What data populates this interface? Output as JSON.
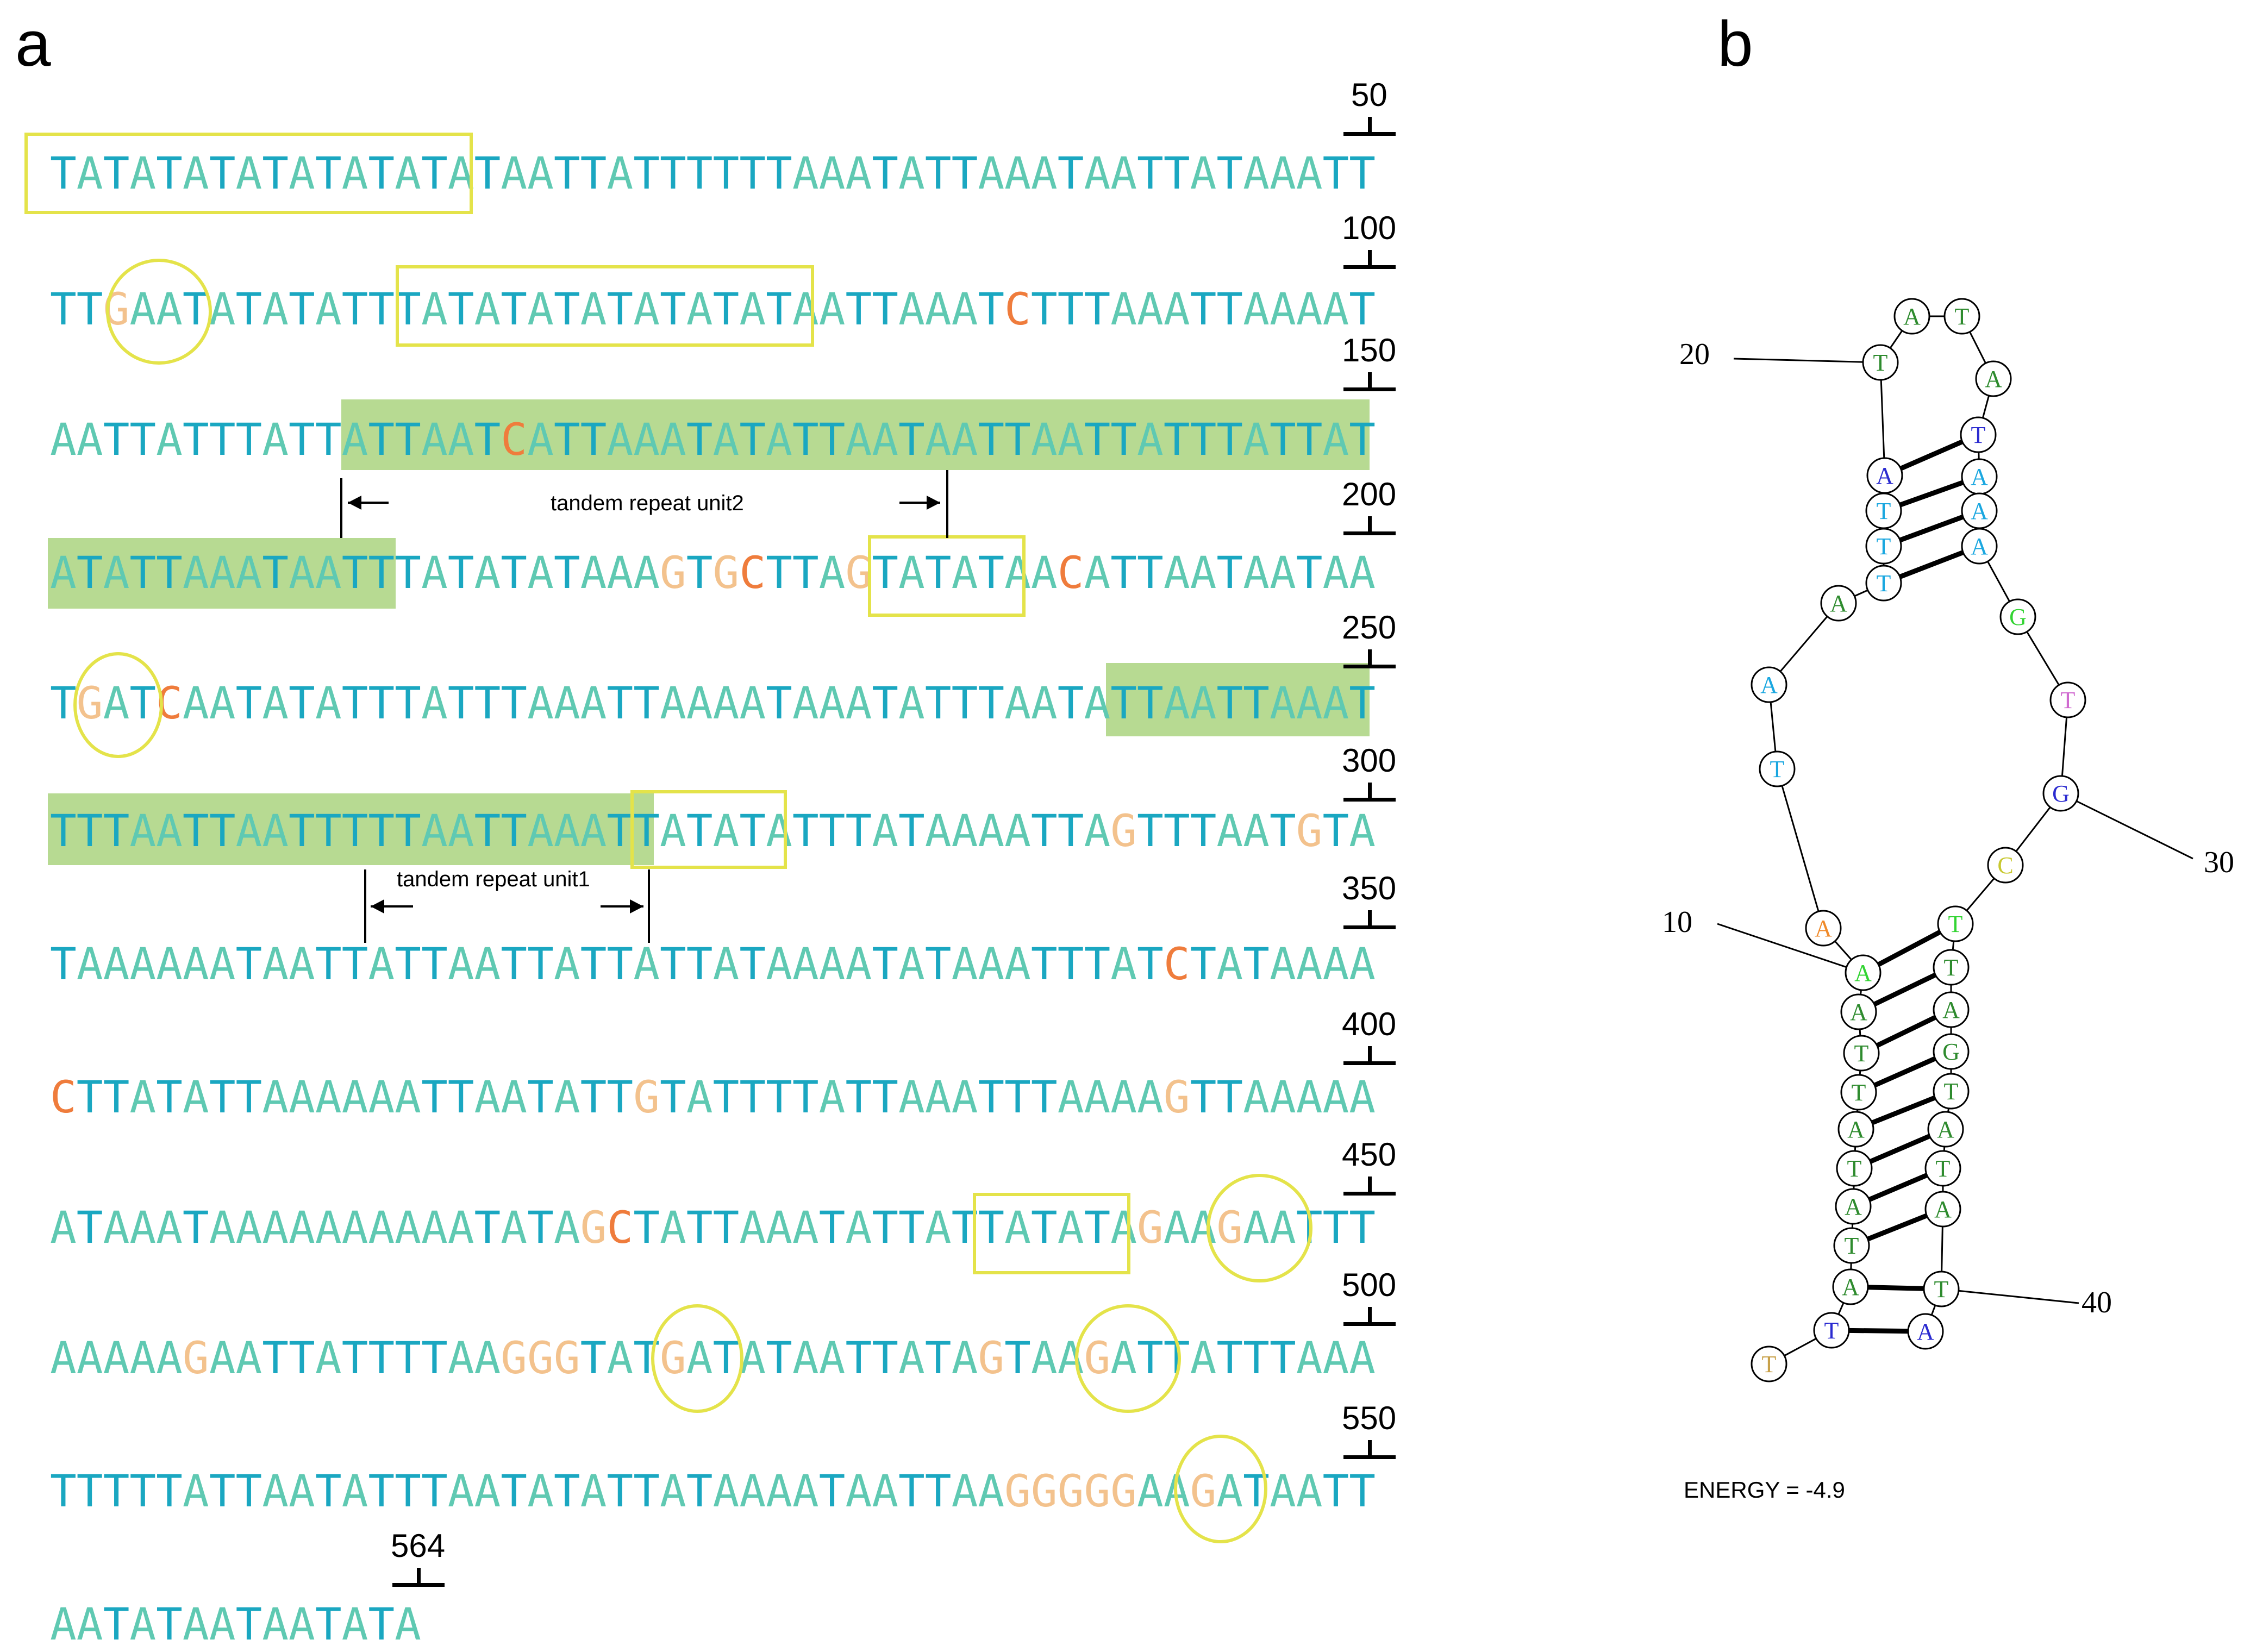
{
  "panels": {
    "a": "a",
    "b": "b"
  },
  "colors": {
    "A": "#5fc9b2",
    "T": "#1aa7c1",
    "G": "#f3c28d",
    "C": "#ef7c3c",
    "box_outline": "#e4e34a",
    "highlight": "#b7da92"
  },
  "sequence_lines": [
    {
      "seq": "TATATATATATATATATAATTATTTTTTAAATATTAAATAATTATAAATT",
      "end_label": "50"
    },
    {
      "seq": "TTGAATATATATTTATATATATATATATAATTAAATCTTTAAATTAAAAT",
      "end_label": "100"
    },
    {
      "seq": "AATTATTTATTATTAATCATTAAATATATTAATAATTAATTATTTATTAT",
      "end_label": "150"
    },
    {
      "seq": "ATATTAAATAATTTATATATAAAGTGCTTAGTATATAACATTAATAATAA",
      "end_label": "200"
    },
    {
      "seq": "TGATCAATATATTTATTTAAATTAAAATAAATATTTAATATTAATTAAAT",
      "end_label": "250"
    },
    {
      "seq": "TTTAATTAATTTTTAATTAAATTATATATTTATAAAATTAGTTTAATGTA",
      "end_label": "300"
    },
    {
      "seq": "TAAAAAATAATTATTAATTATTATTATAAAATATAAATTTATCTATAAAA",
      "end_label": "350"
    },
    {
      "seq": "CTTATATTAAAAAATTAATATTGTATTTTATTAAATTTAAAAGTTAAAAA",
      "end_label": "400"
    },
    {
      "seq": "ATAAATAAAAAAAAAATATAGCTATTAAATATTATTATATAGAAGAATTT",
      "end_label": "450"
    },
    {
      "seq": "AAAAAGAATTATTTTAAGGGTATGATATAATTATAGTAAGATTATTTAAA",
      "end_label": "500"
    },
    {
      "seq": "TTTTTATTAATATTTAATATATTATAAAATAATTAAGGGGGAAGATAATT",
      "end_label": "550"
    },
    {
      "seq": "AATATAATAATATA",
      "end_label": "564"
    }
  ],
  "annotations": {
    "repeat_unit2": "tandem repeat unit2",
    "repeat_unit1": "tandem repeat unit1"
  },
  "hairpin": {
    "nucleotides": [
      {
        "b": "T",
        "c": "#c8a14a"
      },
      {
        "b": "T",
        "c": "#2b2bd0"
      },
      {
        "b": "A",
        "c": "#2e8b2e"
      },
      {
        "b": "T",
        "c": "#2e8b2e"
      },
      {
        "b": "A",
        "c": "#2e8b2e"
      },
      {
        "b": "T",
        "c": "#2e8b2e"
      },
      {
        "b": "A",
        "c": "#2e8b2e"
      },
      {
        "b": "T",
        "c": "#2e8b2e"
      },
      {
        "b": "T",
        "c": "#2e8b2e"
      },
      {
        "b": "A",
        "c": "#2e8b2e"
      },
      {
        "b": "A",
        "c": "#33d433"
      },
      {
        "b": "A",
        "c": "#f08a2a"
      },
      {
        "b": "T",
        "c": "#1aa7e0"
      },
      {
        "b": "A",
        "c": "#1aa7e0"
      },
      {
        "b": "A",
        "c": "#2e8b2e"
      },
      {
        "b": "T",
        "c": "#1aa7e0"
      },
      {
        "b": "T",
        "c": "#1aa7e0"
      },
      {
        "b": "T",
        "c": "#1aa7e0"
      },
      {
        "b": "A",
        "c": "#2b2bd0"
      },
      {
        "b": "T",
        "c": "#2e8b2e"
      },
      {
        "b": "A",
        "c": "#2e8b2e"
      },
      {
        "b": "T",
        "c": "#2e8b2e"
      },
      {
        "b": "A",
        "c": "#2e8b2e"
      },
      {
        "b": "T",
        "c": "#2b2bd0"
      },
      {
        "b": "A",
        "c": "#1aa7e0"
      },
      {
        "b": "A",
        "c": "#1aa7e0"
      },
      {
        "b": "A",
        "c": "#1aa7e0"
      },
      {
        "b": "G",
        "c": "#33d433"
      },
      {
        "b": "T",
        "c": "#d06ad0"
      },
      {
        "b": "G",
        "c": "#2b2bd0"
      },
      {
        "b": "C",
        "c": "#c8c830"
      },
      {
        "b": "T",
        "c": "#33d433"
      },
      {
        "b": "T",
        "c": "#2e8b2e"
      },
      {
        "b": "A",
        "c": "#2e8b2e"
      },
      {
        "b": "G",
        "c": "#2e8b2e"
      },
      {
        "b": "T",
        "c": "#2e8b2e"
      },
      {
        "b": "A",
        "c": "#2e8b2e"
      },
      {
        "b": "T",
        "c": "#2e8b2e"
      },
      {
        "b": "A",
        "c": "#2e8b2e"
      },
      {
        "b": "T",
        "c": "#2e8b2e"
      },
      {
        "b": "A",
        "c": "#2b2bd0"
      }
    ],
    "number_labels": [
      "10",
      "20",
      "30",
      "40"
    ],
    "energy": "ENERGY = -4.9"
  }
}
